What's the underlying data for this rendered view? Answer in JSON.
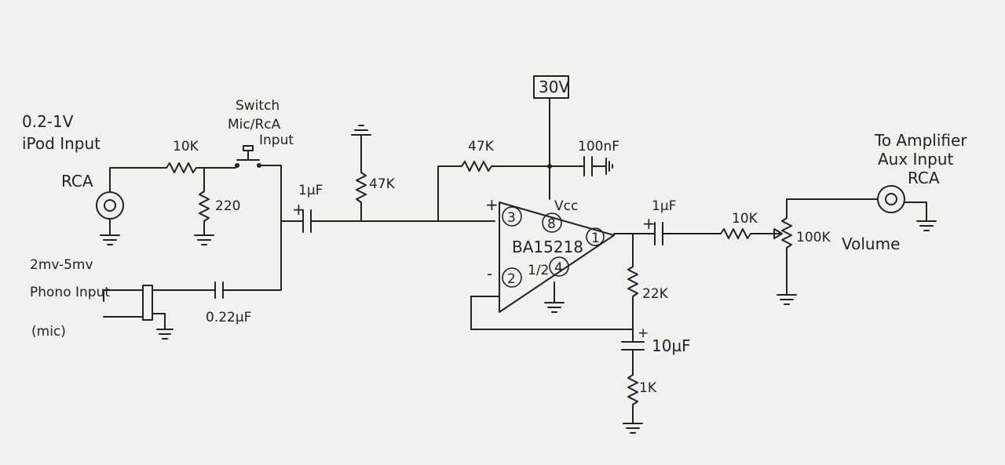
{
  "inputs": {
    "ipod_level": "0.2-1V",
    "ipod_name": "iPod Input",
    "ipod_connector": "RCA",
    "phono_level": "2mv-5mv",
    "phono_name": "Phono Input",
    "phono_mic": "(mic)"
  },
  "switch": {
    "line1": "Switch",
    "line2": "Mic/RcA",
    "line3": "Input"
  },
  "components": {
    "r_input": "10K",
    "r_shunt": "220",
    "c_phono": "0.22µF",
    "c_input": "1µF",
    "r_bias": "47K",
    "r_fb_top": "47K",
    "supply": "30V",
    "c_supply": "100nF",
    "vcc": "Vcc",
    "opamp": "BA15218",
    "opamp_half": "1/2",
    "c_output": "1µF",
    "r_output": "10K",
    "pot": "100K",
    "volume": "Volume",
    "r_fb": "22K",
    "c_fb": "10µF",
    "r_ground": "1K"
  },
  "pins": {
    "p3": "3",
    "p8": "8",
    "p1": "1",
    "p2": "2",
    "p4": "4"
  },
  "signs": {
    "plus": "+",
    "minus": "-"
  },
  "output": {
    "line1": "To Amplifier",
    "line2": "Aux Input",
    "line3": "RCA"
  },
  "colors": {
    "ink": "#222222",
    "paper": "#f1f1ef"
  }
}
